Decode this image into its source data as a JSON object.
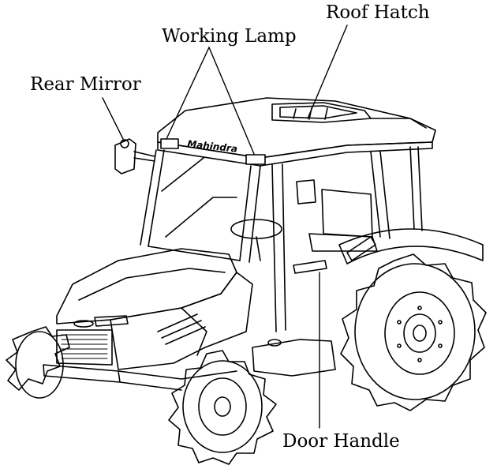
{
  "callouts": {
    "roof_hatch": "Roof Hatch",
    "working_lamp": "Working Lamp",
    "rear_mirror": "Rear Mirror",
    "door_handle": "Door Handle"
  },
  "brand_text": "Mahindra",
  "line_color": "#000000",
  "background_color": "#ffffff"
}
